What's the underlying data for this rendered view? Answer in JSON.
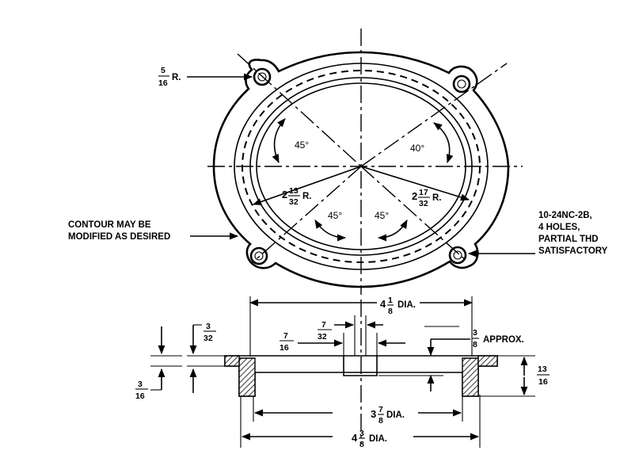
{
  "top_view": {
    "corner_radius": {
      "num": "5",
      "den": "16",
      "suffix": "R."
    },
    "angle_top_left": "45°",
    "angle_top_right": "40°",
    "angle_bottom_left": "45°",
    "angle_bottom_right": "45°",
    "radius_left": {
      "whole": "2",
      "num": "13",
      "den": "32",
      "suffix": "R."
    },
    "radius_right": {
      "whole": "2",
      "num": "17",
      "den": "32",
      "suffix": "R."
    },
    "contour_note": [
      "CONTOUR MAY BE",
      "MODIFIED AS DESIRED"
    ],
    "holes_note": [
      "10-24NC-2B,",
      "4 HOLES,",
      "PARTIAL THD",
      "SATISFACTORY"
    ]
  },
  "section_view": {
    "dia_top": {
      "whole": "4",
      "num": "1",
      "den": "8",
      "suffix": "DIA."
    },
    "dim_7_32": {
      "num": "7",
      "den": "32"
    },
    "dim_7_16": {
      "num": "7",
      "den": "16"
    },
    "dim_3_32": {
      "num": "3",
      "den": "32"
    },
    "dim_3_16": {
      "num": "3",
      "den": "16"
    },
    "dim_approx": {
      "num": "3",
      "den": "8",
      "suffix": "APPROX."
    },
    "dim_height": {
      "num": "13",
      "den": "16"
    },
    "dia_mid": {
      "whole": "3",
      "num": "7",
      "den": "8",
      "suffix": "DIA."
    },
    "dia_bottom": {
      "whole": "4",
      "num": "3",
      "den": "8",
      "suffix": "DIA."
    }
  }
}
